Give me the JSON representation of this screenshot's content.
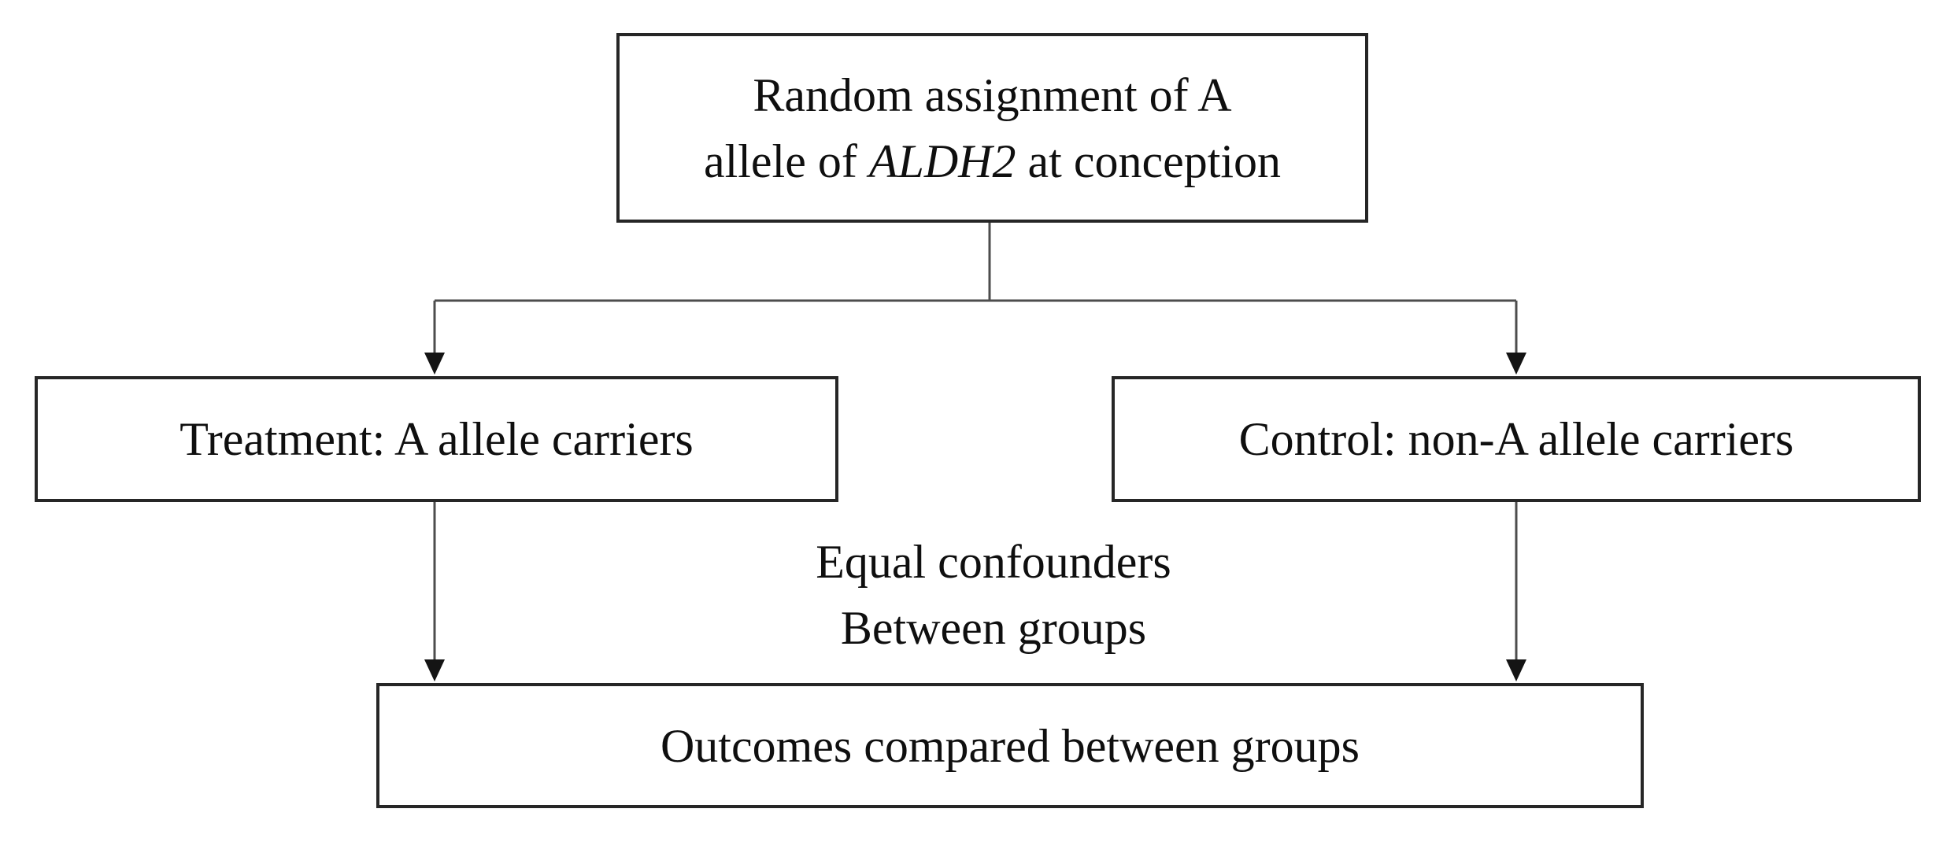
{
  "diagram": {
    "top_box": {
      "line1": "Random assignment of A",
      "line2_prefix": "allele of ",
      "line2_gene": "ALDH2",
      "line2_suffix": " at conception"
    },
    "treatment_box": {
      "label": "Treatment: A allele carriers"
    },
    "control_box": {
      "label": "Control: non-A allele carriers"
    },
    "confounder_note": {
      "line1": "Equal confounders",
      "line2": "Between groups"
    },
    "outcome_box": {
      "label": "Outcomes compared between groups"
    },
    "colors": {
      "background": "#ffffff",
      "box_border": "#262626",
      "text": "#0f0f0f",
      "connector_line": "#4d4d4d",
      "arrowhead": "#141414"
    }
  }
}
